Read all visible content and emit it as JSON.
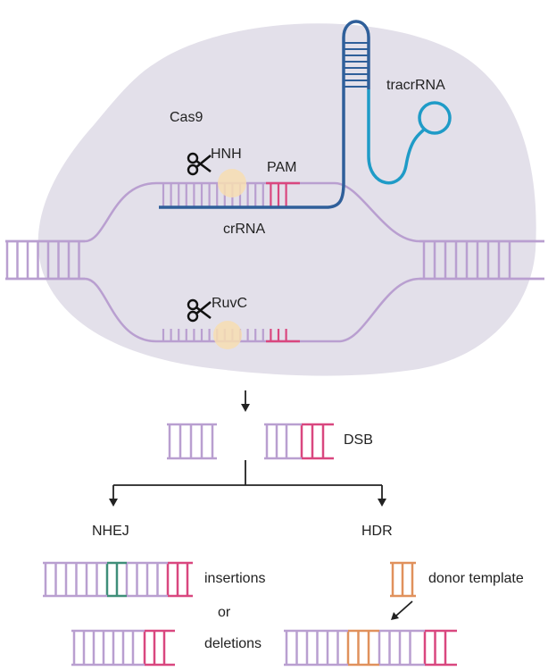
{
  "labels": {
    "cas9": "Cas9",
    "tracrrna": "tracrRNA",
    "hnh": "HNH",
    "pam": "PAM",
    "crrna": "crRNA",
    "ruvc": "RuvC",
    "dsb": "DSB",
    "nhej": "NHEJ",
    "hdr": "HDR",
    "insertions": "insertions",
    "or": "or",
    "deletions": "deletions",
    "donor_template": "donor template"
  },
  "colors": {
    "blob": "#e3e0ea",
    "dna": "#b99fd0",
    "pam": "#d9477f",
    "crrna": "#2f5f9a",
    "tracr_teal": "#1f9bc7",
    "nick_glow": "#f7ddb2",
    "insert": "#3f8e79",
    "donor": "#e0915c",
    "arrow": "#222222"
  },
  "icons": [
    "scissors-icon-hnh",
    "scissors-icon-ruvc"
  ]
}
